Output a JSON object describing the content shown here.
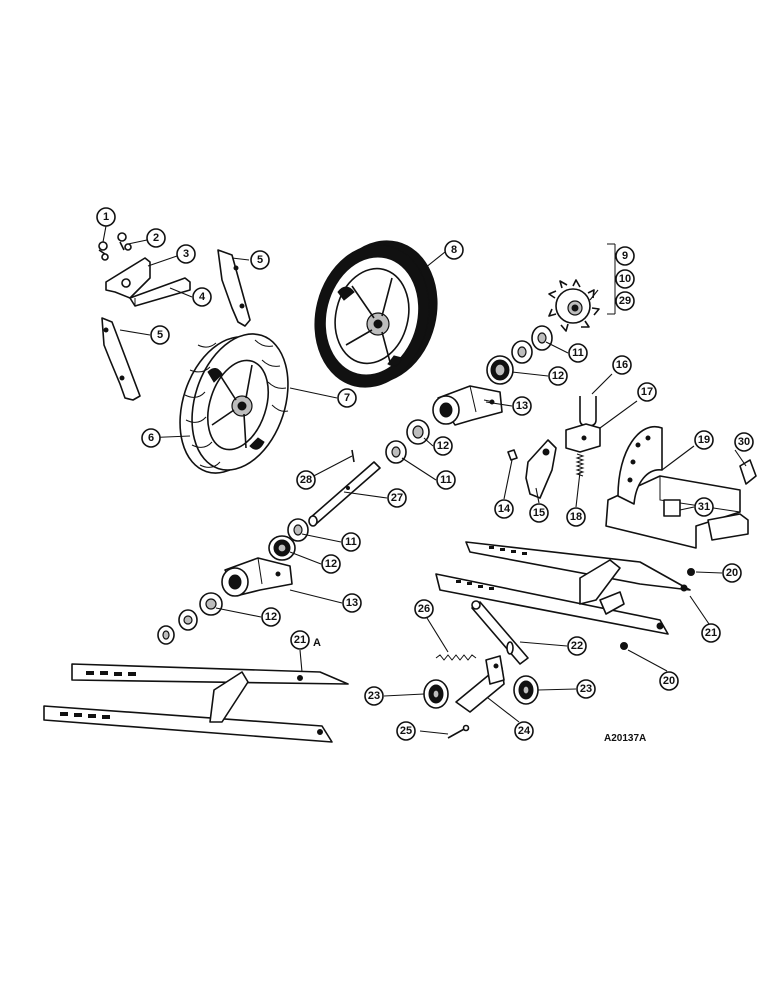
{
  "drawing_code": "A20137A",
  "callouts": {
    "c1": "1",
    "c2": "2",
    "c3": "3",
    "c4": "4",
    "c5a": "5",
    "c5b": "5",
    "c6": "6",
    "c7": "7",
    "c8": "8",
    "c9": "9",
    "c10": "10",
    "c29": "29",
    "c11a": "11",
    "c11b": "11",
    "c11c": "11",
    "c12a": "12",
    "c12b": "12",
    "c12c": "12",
    "c12d": "12",
    "c13a": "13",
    "c13b": "13",
    "c14": "14",
    "c15": "15",
    "c16": "16",
    "c17": "17",
    "c18": "18",
    "c19": "19",
    "c30": "30",
    "c31": "31",
    "c20a": "20",
    "c20b": "20",
    "c21": "21",
    "c21a": "21",
    "c21a_suffix": "A",
    "c22": "22",
    "c23a": "23",
    "c23b": "23",
    "c24": "24",
    "c25": "25",
    "c26": "26",
    "c27": "27",
    "c28": "28"
  }
}
